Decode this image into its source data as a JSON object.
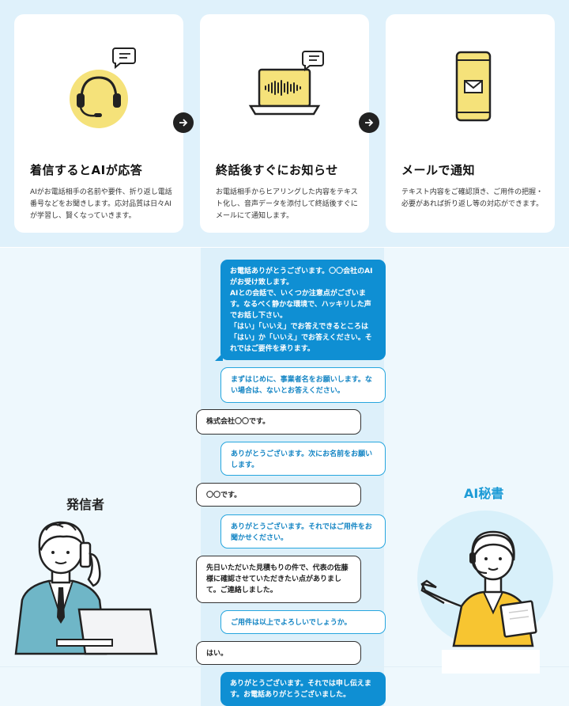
{
  "steps": [
    {
      "title": "着信するとAIが応答",
      "text": "AIがお電話相手の名前や要件、折り返し電話番号などをお聞きします。応対品質は日々AIが学習し、賢くなっていきます。",
      "icon": "headset-icon"
    },
    {
      "title": "終話後すぐにお知らせ",
      "text": "お電話相手からヒアリングした内容をテキスト化し、音声データを添付して終話後すぐにメールにて通知します。",
      "icon": "laptop-audio-icon"
    },
    {
      "title": "メールで通知",
      "text": "テキスト内容をご確認頂き、ご用件の把握・必要があれば折り返し等の対応ができます。",
      "icon": "phone-mail-icon"
    }
  ],
  "caller_label": "発信者",
  "ai_label": "AI秘書",
  "conversation": [
    {
      "speaker": "ai",
      "style": "solid",
      "text": "お電話ありがとうございます。〇〇会社のAIがお受け致します。\nAIとの会話で、いくつか注意点がございます。なるべく静かな環境で、ハッキリした声でお話し下さい。\n「はい」「いいえ」でお答えできるところは「はい」か「いいえ」でお答えください。それではご要件を承ります。"
    },
    {
      "speaker": "ai",
      "style": "outline",
      "text": "まずはじめに、事業者名をお願いします。ない場合は、ないとお答えください。"
    },
    {
      "speaker": "caller",
      "style": "user",
      "text": "株式会社〇〇です。"
    },
    {
      "speaker": "ai",
      "style": "outline",
      "text": "ありがとうございます。次にお名前をお願いします。"
    },
    {
      "speaker": "caller",
      "style": "user",
      "text": "〇〇です。"
    },
    {
      "speaker": "ai",
      "style": "outline",
      "text": "ありがとうございます。それではご用件をお聞かせください。"
    },
    {
      "speaker": "caller",
      "style": "user",
      "text": "先日いただいた見積もりの件で、代表の佐藤様に確認させていただきたい点がありまして。ご連絡しました。"
    },
    {
      "speaker": "ai",
      "style": "outline",
      "text": "ご用件は以上でよろしいでしょうか。"
    },
    {
      "speaker": "caller",
      "style": "user",
      "text": "はい。"
    },
    {
      "speaker": "ai",
      "style": "solid",
      "text": "ありがとうございます。それでは申し伝えます。お電話ありがとうございました。"
    }
  ],
  "colors": {
    "top_bg": "#dff1fb",
    "bottom_bg": "#eef8fd",
    "accent_blue": "#0f8fd3",
    "accent_yellow": "#f5e27a"
  }
}
